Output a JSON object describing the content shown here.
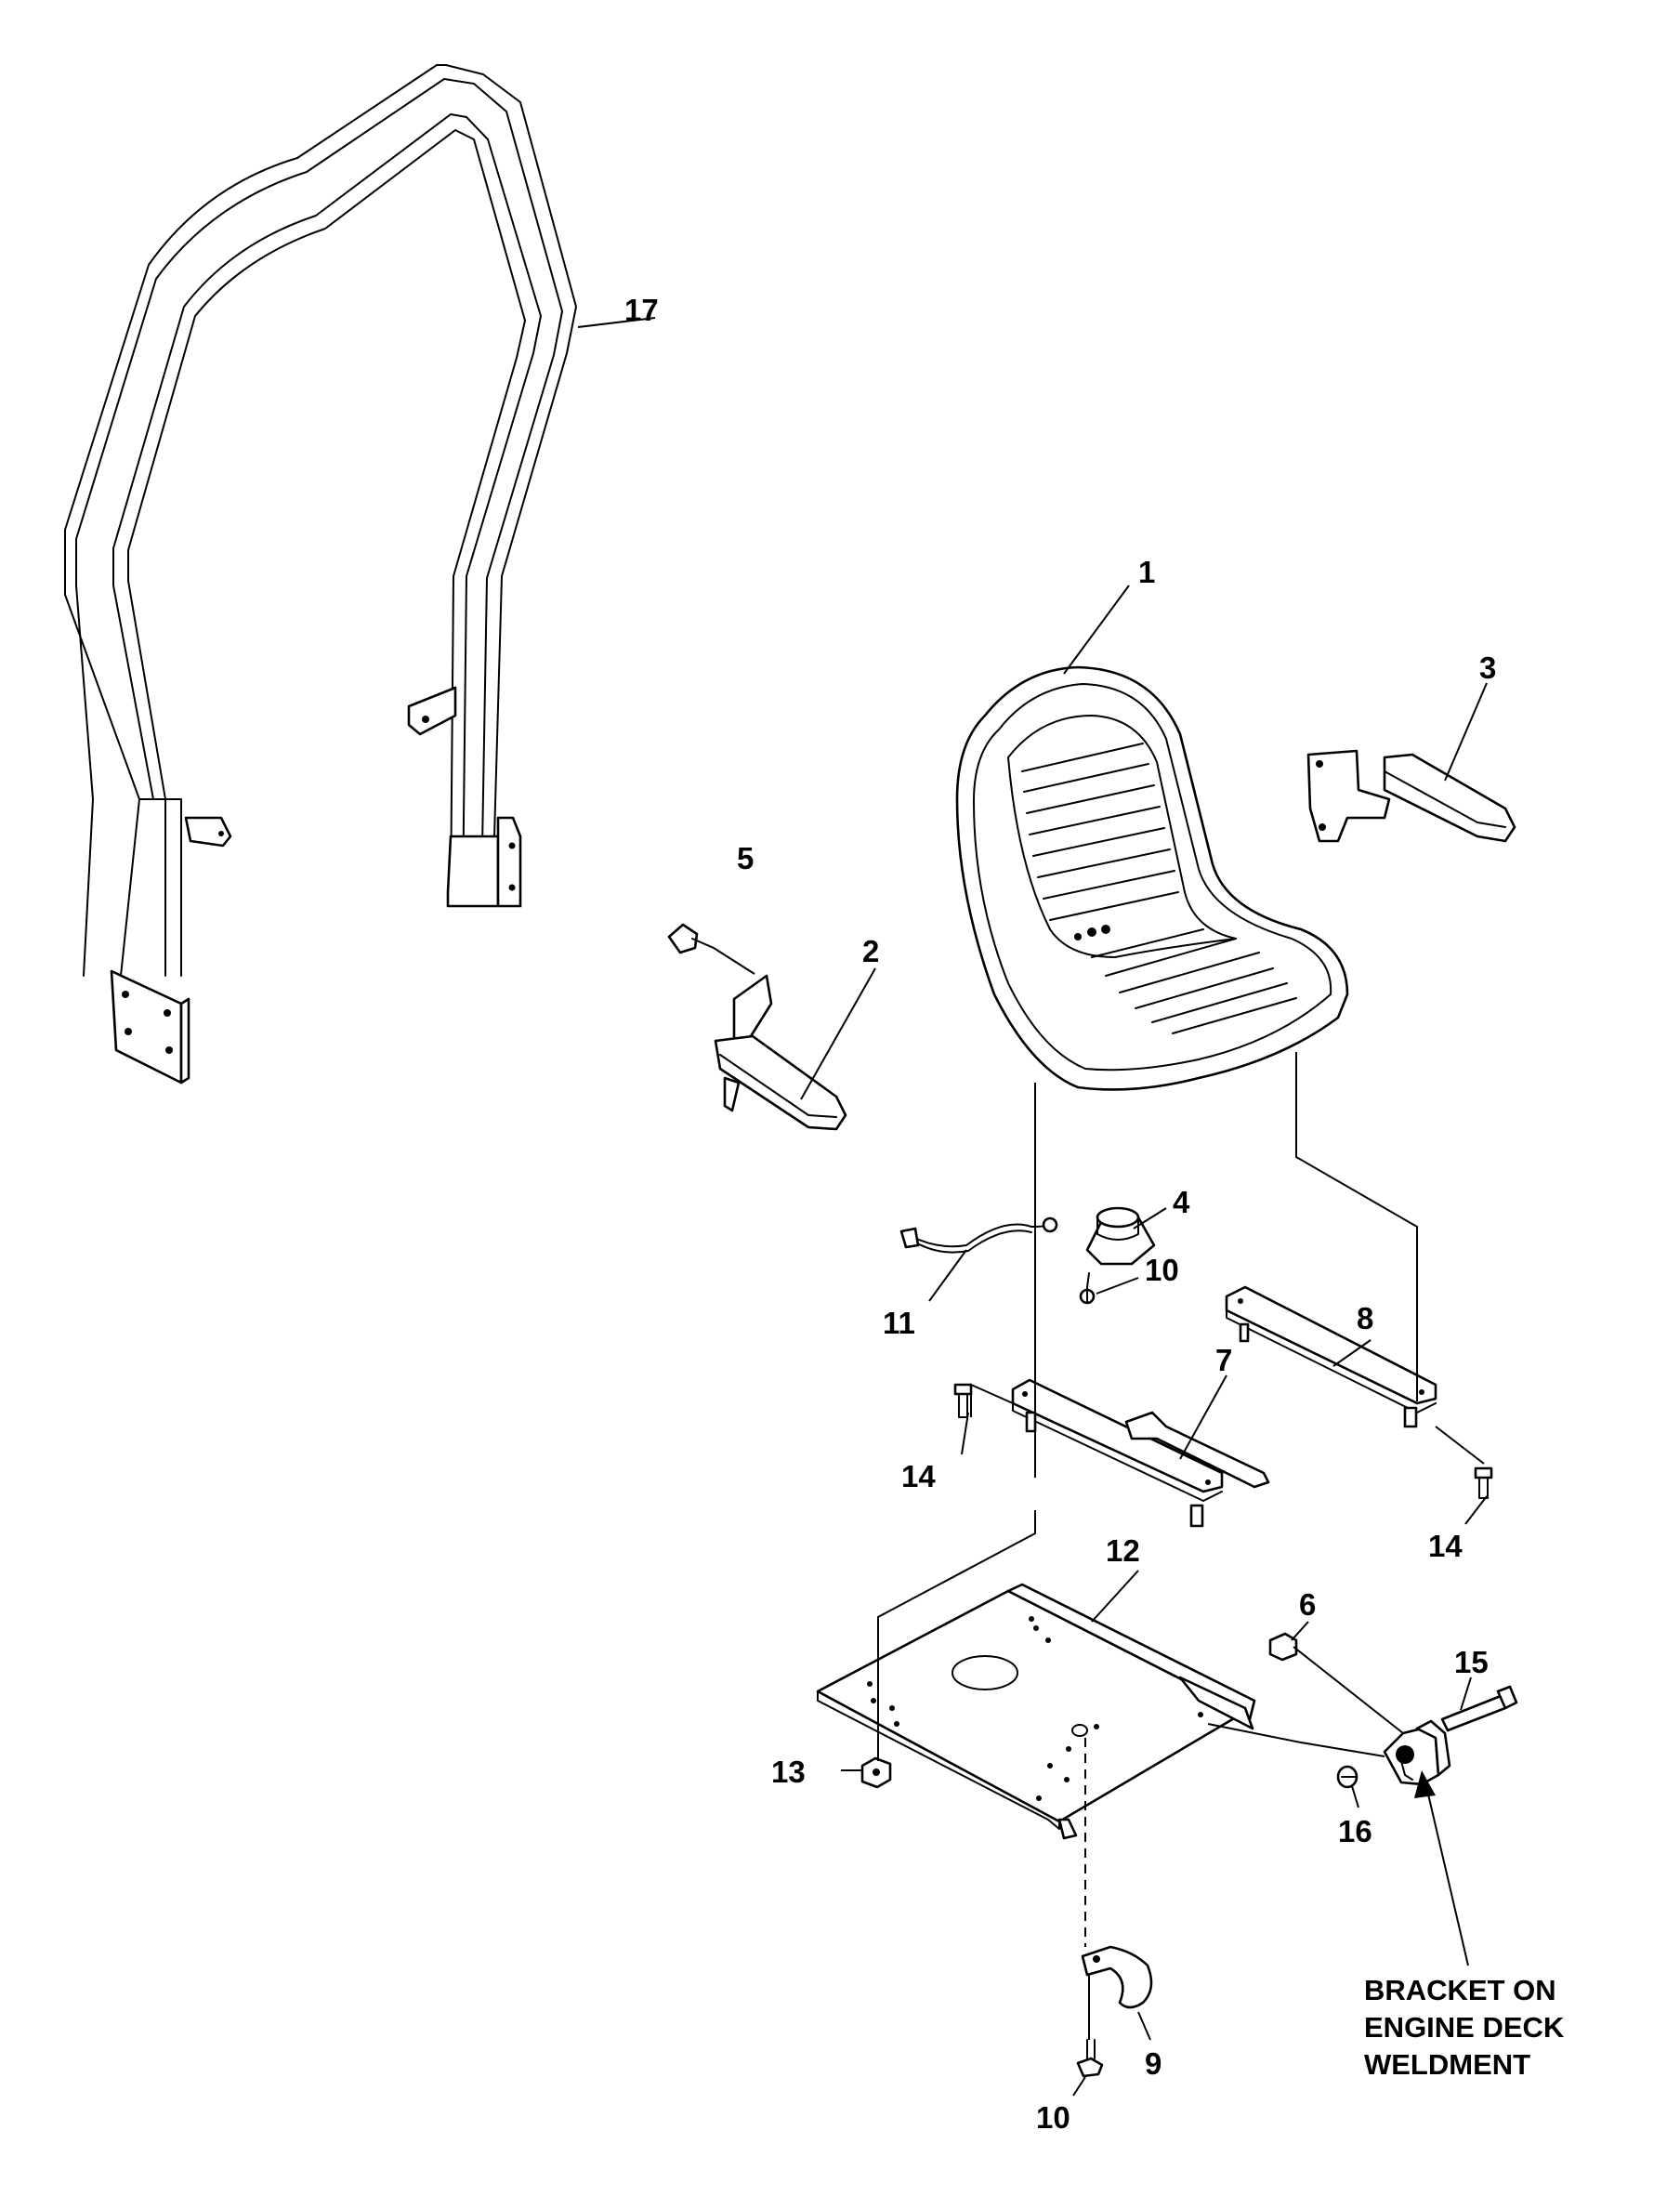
{
  "callouts": {
    "c1": "1",
    "c2": "2",
    "c3": "3",
    "c4": "4",
    "c5": "5",
    "c6": "6",
    "c7": "7",
    "c8": "8",
    "c9": "9",
    "c10a": "10",
    "c10b": "10",
    "c11": "11",
    "c12": "12",
    "c13": "13",
    "c14a": "14",
    "c14b": "14",
    "c15": "15",
    "c16": "16",
    "c17": "17"
  },
  "note": {
    "line1": "BRACKET ON",
    "line2": "ENGINE DECK",
    "line3": "WELDMENT"
  }
}
